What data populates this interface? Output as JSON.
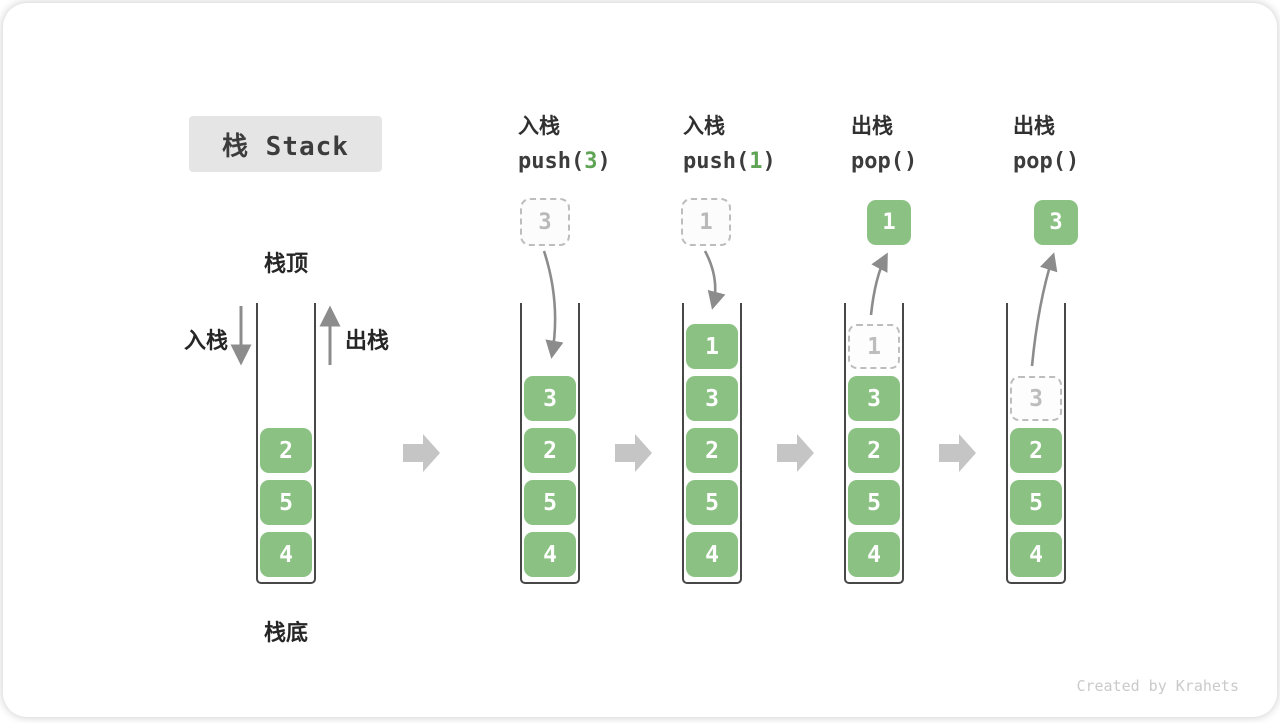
{
  "title": "栈 Stack",
  "watermark": "Created by Krahets",
  "side_labels": {
    "stack_top": "栈顶",
    "stack_bottom": "栈底",
    "push": "入栈",
    "pop": "出栈"
  },
  "operations": [
    {
      "name": "入栈",
      "code_pre": "push(",
      "code_arg": "3",
      "code_post": ")"
    },
    {
      "name": "入栈",
      "code_pre": "push(",
      "code_arg": "1",
      "code_post": ")"
    },
    {
      "name": "出栈",
      "code_pre": "pop(",
      "code_arg": "",
      "code_post": ")"
    },
    {
      "name": "出栈",
      "code_pre": "pop(",
      "code_arg": "",
      "code_post": ")"
    }
  ],
  "stacks": [
    {
      "blocks": [
        "2",
        "5",
        "4"
      ]
    },
    {
      "incoming": "3",
      "blocks": [
        "3",
        "2",
        "5",
        "4"
      ]
    },
    {
      "incoming": "1",
      "blocks": [
        "1",
        "3",
        "2",
        "5",
        "4"
      ]
    },
    {
      "popped": "1",
      "ghost": "1",
      "blocks": [
        "3",
        "2",
        "5",
        "4"
      ]
    },
    {
      "popped": "3",
      "ghost": "3",
      "blocks": [
        "2",
        "5",
        "4"
      ]
    }
  ],
  "colors": {
    "block-green": "#8BC283",
    "code-green": "#5FA454",
    "wall": "#474747",
    "dash-gray": "#BDBDBD",
    "arrow-gray": "#8C8C8C",
    "flow-gray": "#C5C5C5",
    "title-bg": "#E5E5E5",
    "text-dark": "#3C3C3C",
    "watermark-gray": "#CACACA"
  }
}
